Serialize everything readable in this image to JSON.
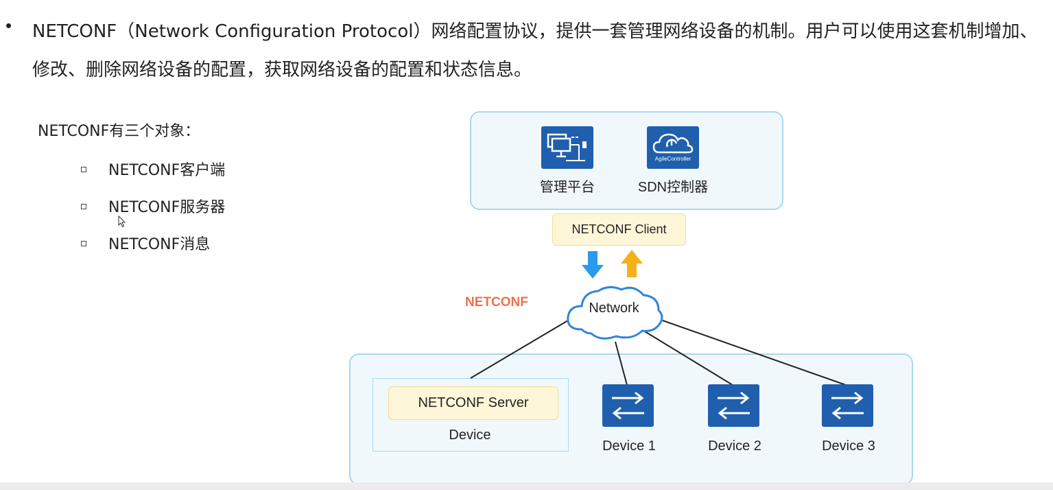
{
  "intro": {
    "bullet": "•",
    "text": "NETCONF（Network Configuration Protocol）网络配置协议，提供一套管理网络设备的机制。用户可以使用这套机制增加、修改、删除网络设备的配置，获取网络设备的配置和状态信息。"
  },
  "objects": {
    "title": "NETCONF有三个对象：",
    "items": [
      "NETCONF客户端",
      "NETCONF服务器",
      "NETCONF消息"
    ]
  },
  "diagram": {
    "mgmt_platform_label": "管理平台",
    "sdn_controller_label": "SDN控制器",
    "agile_controller_text": "AgileController",
    "client_label": "NETCONF Client",
    "network_label": "Network",
    "netconf_label": "NETCONF",
    "server_label": "NETCONF Server",
    "device_label": "Device",
    "devices": [
      "Device 1",
      "Device 2",
      "Device 3"
    ],
    "colors": {
      "icon_blue": "#1f5fad",
      "panel_border": "#a9d7ee",
      "panel_fill": "#f1f8fc",
      "yellow_fill": "#fdf6d8",
      "arrow_down": "#2a9be8",
      "arrow_up": "#f5b019",
      "netconf_red": "#e8734f"
    }
  }
}
